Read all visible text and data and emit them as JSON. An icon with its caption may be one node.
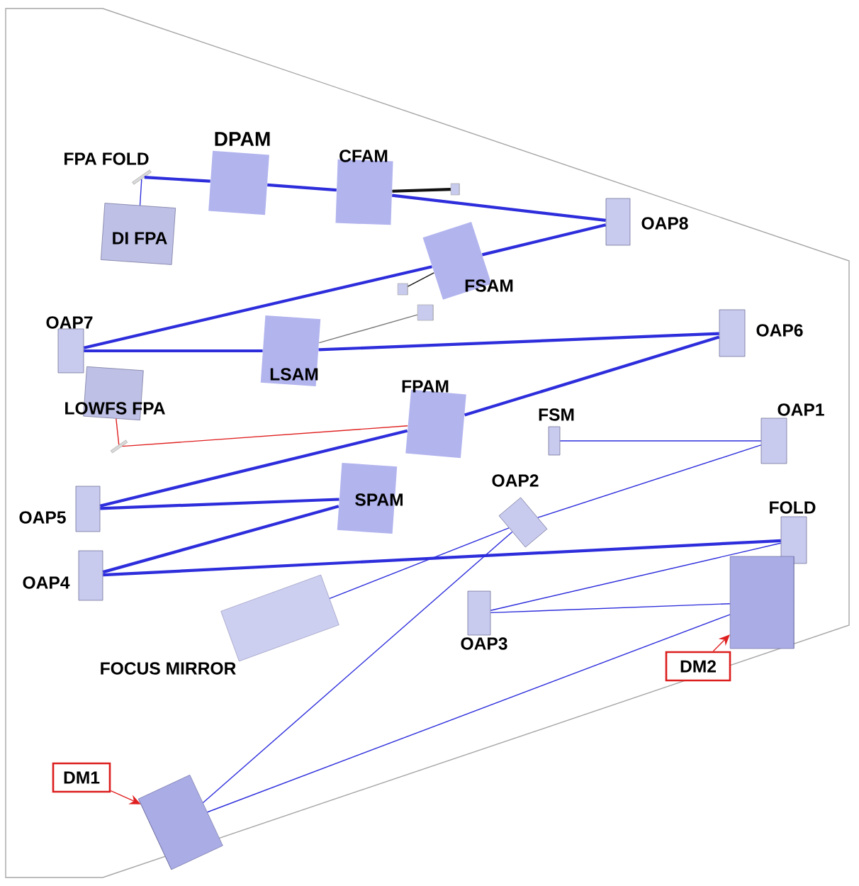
{
  "diagram": {
    "nodes": [
      {
        "text": [
          "FPA FOLD"
        ]
      },
      {
        "text": [
          "DPAM"
        ]
      },
      {
        "text": [
          "CFAM"
        ]
      },
      {
        "text": [
          "DI FPA"
        ]
      },
      {
        "text": [
          "OAP8"
        ]
      },
      {
        "text": [
          "FSAM"
        ]
      },
      {
        "text": [
          "OAP7"
        ]
      },
      {
        "text": [
          "LSAM"
        ]
      },
      {
        "text": [
          "OAP6"
        ]
      },
      {
        "text": [
          "LOWFS FPA"
        ]
      },
      {
        "text": [
          "FPAM"
        ]
      },
      {
        "text": [
          "FSM"
        ]
      },
      {
        "text": [
          "OAP1"
        ]
      },
      {
        "text": [
          "OAP5"
        ]
      },
      {
        "text": [
          "SPAM"
        ]
      },
      {
        "text": [
          "OAP2"
        ]
      },
      {
        "text": [
          "FOLD"
        ]
      },
      {
        "text": [
          "OAP4"
        ]
      },
      {
        "text": [
          "FOCUS MIRROR"
        ]
      },
      {
        "text": [
          "OAP3"
        ]
      },
      {
        "text": [],
        "shape": "cylinder"
      },
      {
        "text": [
          "DM2"
        ]
      },
      {
        "text": [
          "DM1"
        ]
      },
      {
        "text": [],
        "shape": "cylinder"
      },
      {
        "text": [],
        "shape": "cylinder"
      },
      {
        "text": [],
        "shape": "cylinder"
      },
      {
        "text": [],
        "shape": "cylinder"
      },
      {
        "text": [],
        "shape": "box"
      }
    ],
    "edges": [
      {
        "from": 11,
        "to": 12,
        "arrow": "none"
      },
      {
        "from": 12,
        "to": 15,
        "arrow": "none"
      },
      {
        "from": 15,
        "to": 23,
        "arrow": "none"
      },
      {
        "from": 23,
        "to": 20,
        "arrow": "none"
      },
      {
        "from": 20,
        "to": 19,
        "arrow": "none"
      },
      {
        "from": 19,
        "to": 16,
        "arrow": "none"
      },
      {
        "from": 16,
        "to": 17,
        "arrow": "none",
        "style": "thick"
      },
      {
        "from": 17,
        "to": 14,
        "arrow": "none",
        "style": "thick"
      },
      {
        "from": 14,
        "to": 13,
        "arrow": "none",
        "style": "thick"
      },
      {
        "from": 13,
        "to": 10,
        "arrow": "none",
        "style": "thick"
      },
      {
        "from": 10,
        "to": 8,
        "arrow": "none",
        "style": "thick"
      },
      {
        "from": 8,
        "to": 7,
        "arrow": "none",
        "style": "thick"
      },
      {
        "from": 7,
        "to": 6,
        "arrow": "none",
        "style": "thick"
      },
      {
        "from": 6,
        "to": 5,
        "arrow": "none",
        "style": "thick"
      },
      {
        "from": 5,
        "to": 4,
        "arrow": "none",
        "style": "thick"
      },
      {
        "from": 4,
        "to": 2,
        "arrow": "none",
        "style": "thick"
      },
      {
        "from": 2,
        "to": 1,
        "arrow": "none",
        "style": "thick"
      },
      {
        "from": 1,
        "to": 0,
        "arrow": "none",
        "style": "thick"
      },
      {
        "from": 0,
        "to": 3,
        "arrow": "none"
      },
      {
        "from": 10,
        "to": 27,
        "arrow": "none",
        "color": "#e02020"
      },
      {
        "from": 27,
        "to": 9,
        "arrow": "none",
        "color": "#e02020"
      },
      {
        "from": 2,
        "to": 24,
        "arrow": "none",
        "style": "thick",
        "color": "#111111"
      },
      {
        "from": 5,
        "to": 25,
        "arrow": "none",
        "color": "#111111"
      },
      {
        "from": 7,
        "to": 26,
        "arrow": "none",
        "color": "#777777"
      },
      {
        "from": 18,
        "to": 15,
        "arrow": "none"
      },
      {
        "from": 21,
        "to": 20,
        "arrow": "to",
        "color": "#e02020"
      },
      {
        "from": 22,
        "to": 23,
        "arrow": "to",
        "color": "#e02020"
      }
    ]
  }
}
